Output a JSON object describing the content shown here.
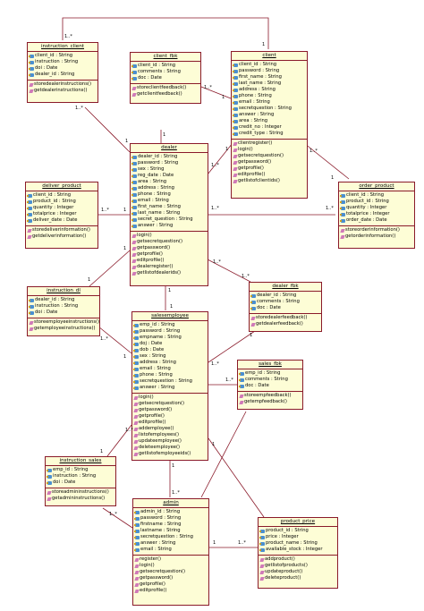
{
  "classes": {
    "instruction_client": {
      "name": "instruction_client",
      "attrs": [
        "client_id : String",
        "instruction : String",
        "doi : Date",
        "dealer_id : String"
      ],
      "ops": [
        "storedealerinstructions()",
        "getdealerinstructions()"
      ]
    },
    "client_fbk": {
      "name": "client_fbk",
      "attrs": [
        "client_id : String",
        "comments : String",
        "doc : Date"
      ],
      "ops": [
        "storeclientfeedback()",
        "getclientfeedback()"
      ]
    },
    "client": {
      "name": "client",
      "attrs": [
        "client_id : String",
        "password : String",
        "first_name : String",
        "last_name : String",
        "address : String",
        "phone : String",
        "email : String",
        "secretquestion : String",
        "answer : String",
        "area : String",
        "credit_no : Integer",
        "credit_type : String"
      ],
      "ops": [
        "clientregister()",
        "login()",
        "getsecretquestion()",
        "getpassword()",
        "getprofile()",
        "editprofile()",
        "getlistofclientids()"
      ]
    },
    "dealer": {
      "name": "dealer",
      "attrs": [
        "dealer_id : String",
        "password : String",
        "sex : String",
        "reg_date : Date",
        "area : String",
        "address : String",
        "phone : String",
        "email : String",
        "first_name : String",
        "last_name : String",
        "secret_question : String",
        "answer : String"
      ],
      "ops": [
        "login()",
        "getsecretquestion()",
        "getpassword()",
        "getprofile()",
        "editprofile()",
        "dealerregister()",
        "getlistofdealerids()"
      ]
    },
    "deliver_product": {
      "name": "deliver_product",
      "attrs": [
        "client_id : String",
        "product_id : String",
        "quantity : Integer",
        "totalprice : Integer",
        "deliver_date : Date"
      ],
      "ops": [
        "storedeliverinformation()",
        "getdeliverinformation()"
      ]
    },
    "order_product": {
      "name": "order_product",
      "attrs": [
        "client_id : String",
        "product_id : String",
        "quantity : Integer",
        "totalprice : Integer",
        "order_date : Date"
      ],
      "ops": [
        "storeorderinformation()",
        "getorderinformation()"
      ]
    },
    "instruction_dl": {
      "name": "instruction_dl",
      "attrs": [
        "dealer_id : String",
        "instruction : String",
        "doi : Date"
      ],
      "ops": [
        "storeemployeeinstructions()",
        "getemployeeinstructions()"
      ]
    },
    "dealer_fbk": {
      "name": "dealer_fbk",
      "attrs": [
        "dealer_id : String",
        "comments : String",
        "doc : Date"
      ],
      "ops": [
        "storedealerfeedback()",
        "getdealerfeedback()"
      ]
    },
    "salesemployee": {
      "name": "salesemployee",
      "attrs": [
        "emp_id : String",
        "password : String",
        "empname : String",
        "doj : Date",
        "dob : Date",
        "sex : String",
        "address : String",
        "email : String",
        "phone : String",
        "secretquestion : String",
        "answer : String"
      ],
      "ops": [
        "login()",
        "getsecretquestion()",
        "getpassword()",
        "getprofile()",
        "editprofile()",
        "addemployee()",
        "listofemployees()",
        "updateemployee()",
        "deleteemployee()",
        "getlistofemployeeids()"
      ]
    },
    "sales_fbk": {
      "name": "sales_fbk",
      "attrs": [
        "emp_id : String",
        "comments : String",
        "doc : Date"
      ],
      "ops": [
        "storeempfeedback()",
        "getempfeedback()"
      ]
    },
    "instruction_sales": {
      "name": "instruction_sales",
      "attrs": [
        "emp_id : String",
        "instruction : String",
        "doi : Date"
      ],
      "ops": [
        "storeadmininstructions()",
        "getadmininstructions()"
      ]
    },
    "admin": {
      "name": "admin",
      "attrs": [
        "admin_id : String",
        "password : String",
        "firstname : String",
        "lastname : String",
        "secretquestion : String",
        "answer : String",
        "email : String"
      ],
      "ops": [
        "register()",
        "login()",
        "getsecretquestion()",
        "getpassword()",
        "getprofile()",
        "editprofile()"
      ]
    },
    "product_price": {
      "name": "product_price",
      "attrs": [
        "product_id : String",
        "price : Integer",
        "product_name : String",
        "available_stock : Integer"
      ],
      "ops": [
        "addproduct()",
        "getlistofproducts()",
        "updateproduct()",
        "deleteproduct()"
      ]
    }
  },
  "multiplicities": {
    "m1": "1..*",
    "m2": "1",
    "m3": "1..*",
    "m4": "1",
    "m5": "1",
    "m6": "1..*",
    "m7": "1",
    "m8": "1..*",
    "m9": "1..*",
    "m10": "1",
    "m11": "1",
    "m12": "1..*",
    "m13": "1",
    "m14": "1..*",
    "m15": "1..*",
    "m16": "1",
    "m17": "1",
    "m18": "1..*",
    "m19": "1..*",
    "m20": "1",
    "m21": "1",
    "m22": "1..*",
    "m23": "1",
    "m24": "1..*",
    "m25": "1",
    "m26": "1..*",
    "m27": "1..*",
    "m28": "1",
    "m29": "1",
    "m30": "1..*",
    "m31": "1..*",
    "m32": "1",
    "m33": "1..*",
    "m34": "1"
  }
}
